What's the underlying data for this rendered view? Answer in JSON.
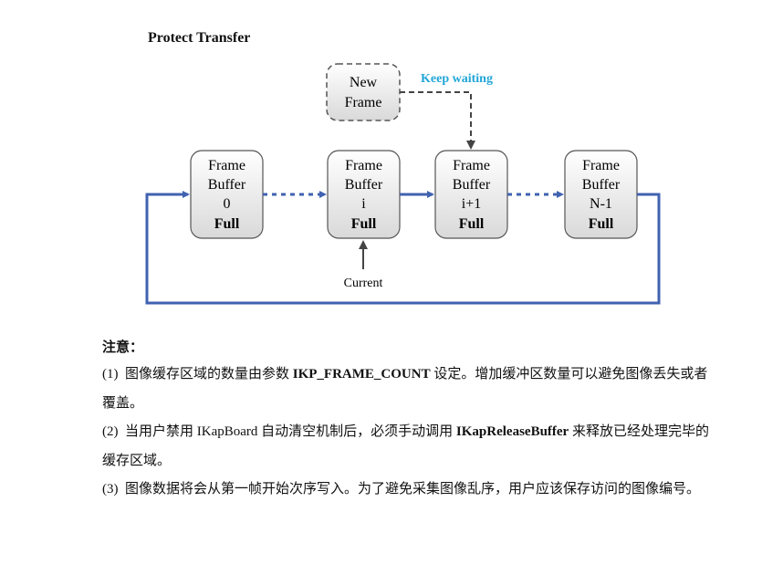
{
  "diagram": {
    "title": "Protect Transfer",
    "new_frame": [
      "New",
      "Frame"
    ],
    "keep_waiting": "Keep waiting",
    "current": "Current",
    "buffers": [
      {
        "lines": [
          "Frame",
          "Buffer",
          "0"
        ],
        "status": "Full"
      },
      {
        "lines": [
          "Frame",
          "Buffer",
          "i"
        ],
        "status": "Full"
      },
      {
        "lines": [
          "Frame",
          "Buffer",
          "i+1"
        ],
        "status": "Full"
      },
      {
        "lines": [
          "Frame",
          "Buffer",
          "N-1"
        ],
        "status": "Full"
      }
    ],
    "colors": {
      "arrow_blue": "#4062b0",
      "keep_waiting": "#22a6d8",
      "box_fill_top": "#ffffff",
      "box_fill_bottom": "#d9d9d9",
      "outline": "#555555"
    }
  },
  "notes": {
    "heading": "注意：",
    "items": [
      {
        "num": "(1)",
        "pre": "图像缓存区域的数量由参数 ",
        "bold": "IKP_FRAME_COUNT",
        "post": " 设定。增加缓冲区数量可以避免图像丢失或者覆盖。"
      },
      {
        "num": "(2)",
        "pre": "当用户禁用 IKapBoard 自动清空机制后，必须手动调用 ",
        "bold": "IKapReleaseBuffer",
        "post": " 来释放已经处理完毕的缓存区域。"
      },
      {
        "num": "(3)",
        "pre": "图像数据将会从第一帧开始次序写入。为了避免采集图像乱序，用户应该保存访问的图像编号。",
        "bold": "",
        "post": ""
      }
    ]
  }
}
